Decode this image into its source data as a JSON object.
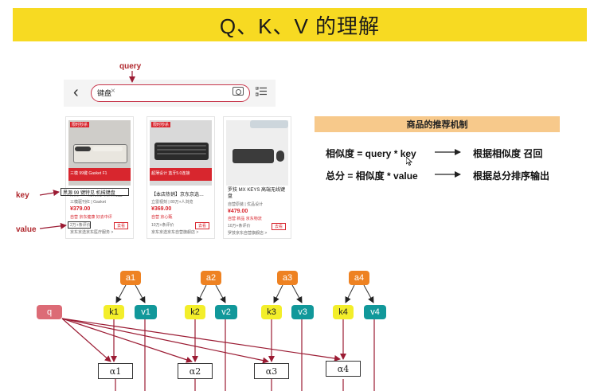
{
  "title": "Q、K、V 的理解",
  "search": {
    "term": "键盘",
    "clear": "×"
  },
  "labels": {
    "query": "query",
    "key": "key",
    "value": "value"
  },
  "products": [
    {
      "badge": "限时秒杀",
      "band": "三模 99键 Gasket F1",
      "name": "黑源 99 键特见 机械键盘",
      "shop": "三模驱刊红 | Gasket",
      "price": "¥379.00",
      "tags": "自营  京东健康  好去中评",
      "reviews": "2万+条评价",
      "note": "京东京选京东医疗服务 >",
      "btn": "去看"
    },
    {
      "badge": "限时秒杀",
      "band": "超薄设计 蓝牙5.0连接",
      "name": "【本店热销】京东京选…",
      "shop": "立雷视刻 | 80万+人浏览",
      "price": "¥369.00",
      "tags": "自营  京心甄",
      "reviews": "10万+条评价",
      "note": "京东京选京东自营旗舰店 >",
      "btn": "去看"
    },
    {
      "badge": "",
      "band": "",
      "name": "罗技 MX KEYS 高端无线键盘",
      "shop": "自营原装 | 优品设计",
      "price": "¥479.00",
      "tags": "自营  新品  京东物流",
      "reviews": "10万+条评价",
      "note": "罗技京东自营旗舰店 >",
      "btn": "去看"
    }
  ],
  "recommend": {
    "header": "商品的推荐机制",
    "row1_left": "相似度 = query * key",
    "row1_right": "根据相似度 召回",
    "row2_left": "总分 = 相似度 * value",
    "row2_right": "根据总分排序输出"
  },
  "diagram": {
    "q": "q",
    "a": [
      "a1",
      "a2",
      "a3",
      "a4"
    ],
    "k": [
      "k1",
      "k2",
      "k3",
      "k4"
    ],
    "v": [
      "v1",
      "v2",
      "v3",
      "v4"
    ],
    "alpha": [
      "α1",
      "α2",
      "α3",
      "α4"
    ]
  },
  "colors": {
    "title_bg": "#f7da22",
    "accent_red": "#b0282e",
    "rec_header_bg": "#f7c98b",
    "a_node": "#ee8222",
    "k_node": "#f3ee2a",
    "v_node": "#11989a",
    "q_node": "#dc6b76",
    "arrow": "#9b1b33"
  }
}
